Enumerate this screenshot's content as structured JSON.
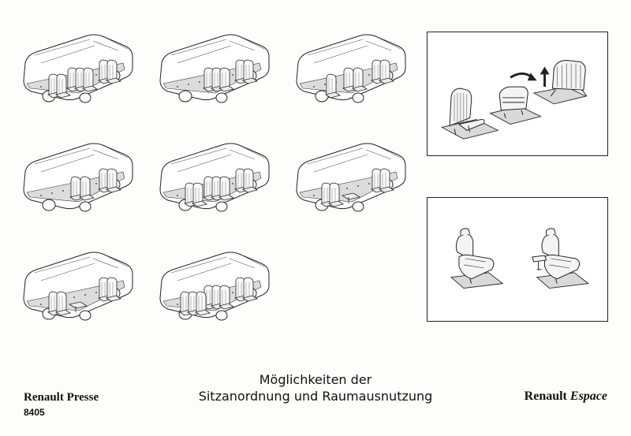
{
  "document": {
    "title_line1": "Möglichkeiten der",
    "title_line2": "Sitzanordnung und Raumausnutzung",
    "publisher": "Renault Presse",
    "reference_number": "8405",
    "brand_name": "Renault",
    "model_name": "Espace"
  },
  "illustrations": {
    "configurations": [
      {
        "name": "config-1",
        "seats": [
          "front-pair",
          "row2-three",
          "row3-two"
        ]
      },
      {
        "name": "config-2",
        "seats": [
          "front-pair",
          "row2-three"
        ]
      },
      {
        "name": "config-3",
        "seats": [
          "front-pair",
          "row2-two",
          "row3-one"
        ]
      },
      {
        "name": "config-4",
        "seats": [
          "front-pair",
          "row2-two"
        ]
      },
      {
        "name": "config-5",
        "seats": [
          "front-pair",
          "row2-three",
          "row3-two"
        ]
      },
      {
        "name": "config-6",
        "seats": [
          "front-pair",
          "table",
          "row3-two"
        ]
      },
      {
        "name": "config-7",
        "seats": [
          "front-swivel",
          "table",
          "row3-two"
        ]
      },
      {
        "name": "config-8",
        "seats": [
          "front-pair",
          "row2-three",
          "row3-three"
        ]
      }
    ],
    "detail_panels": [
      "seat-fold-and-remove",
      "seat-armrest-table"
    ]
  }
}
